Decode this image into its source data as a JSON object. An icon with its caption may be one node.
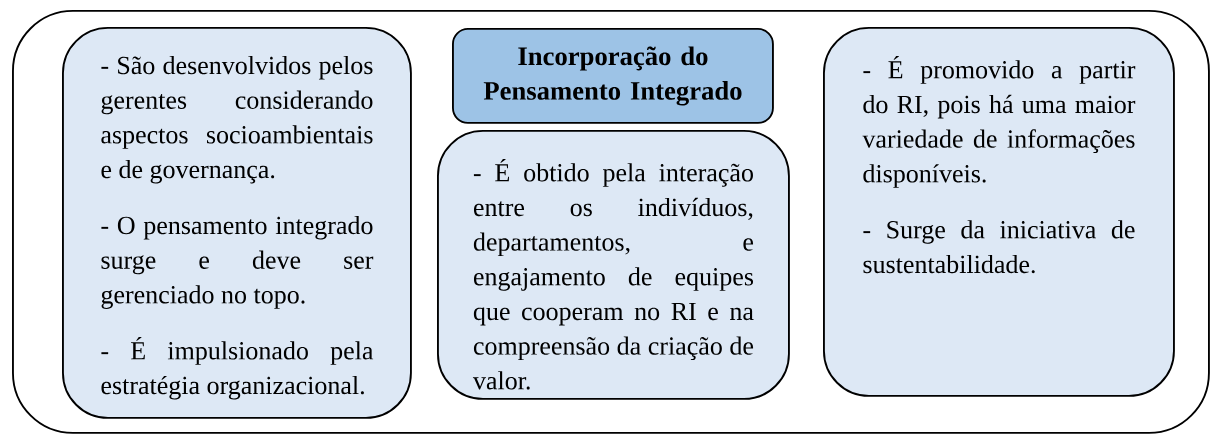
{
  "diagram": {
    "nodes": [
      {
        "text": [],
        "shape": "box"
      },
      {
        "text": [
          "- São desenvolvidos pelos gerentes considerando aspectos socioambientais e de governança.",
          "- O pensamento integrado surge e deve ser gerenciado no topo.",
          "- É impulsionado pela estratégia organizacional."
        ],
        "in": 0
      },
      {
        "text": [
          "Incorporação do Pensamento Integrado"
        ],
        "in": 0
      },
      {
        "text": [
          "- É obtido pela interação entre os indivíduos, departamentos, e engajamento de equipes que cooperam no RI e na compreensão da criação de valor."
        ],
        "in": 0
      },
      {
        "text": [
          "- É promovido a partir do RI, pois há uma maior variedade de informações disponíveis.",
          "- Surge da iniciativa de sustentabilidade."
        ],
        "in": 0
      }
    ]
  }
}
